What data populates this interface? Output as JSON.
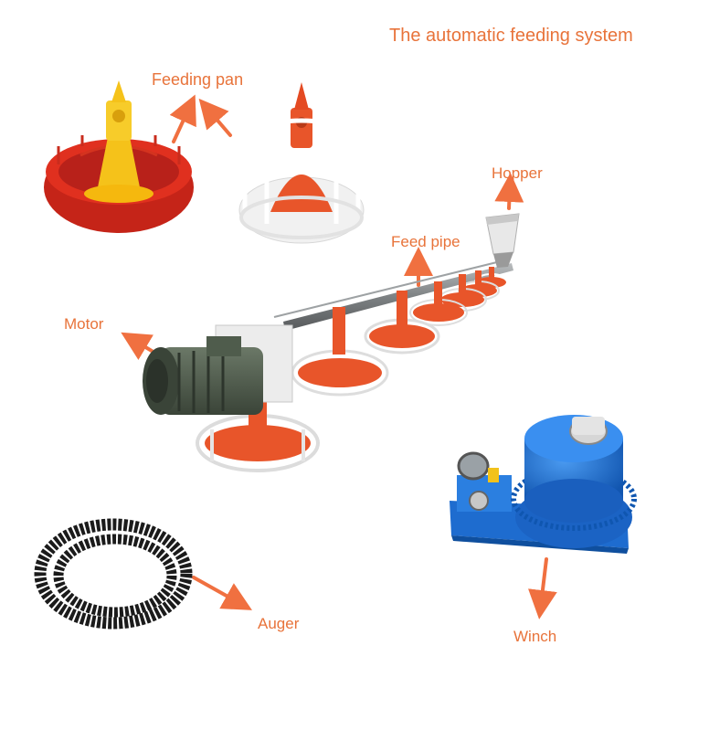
{
  "title": "The automatic feeding system",
  "labels": {
    "feeding_pan": "Feeding pan",
    "hopper": "Hopper",
    "feed_pipe": "Feed pipe",
    "motor": "Motor",
    "auger": "Auger",
    "winch": "Winch"
  },
  "colors": {
    "label_text": "#e8733a",
    "arrow": "#f07040",
    "pan_red": "#e0301f",
    "pan_yellow": "#f5c21a",
    "pan_orange": "#e8552a",
    "pan_white": "#f4f4f4",
    "motor_green": "#4f5c4c",
    "pipe_gray": "#8a8e90",
    "winch_blue": "#1f74d6",
    "auger_black": "#1b1b1b"
  }
}
